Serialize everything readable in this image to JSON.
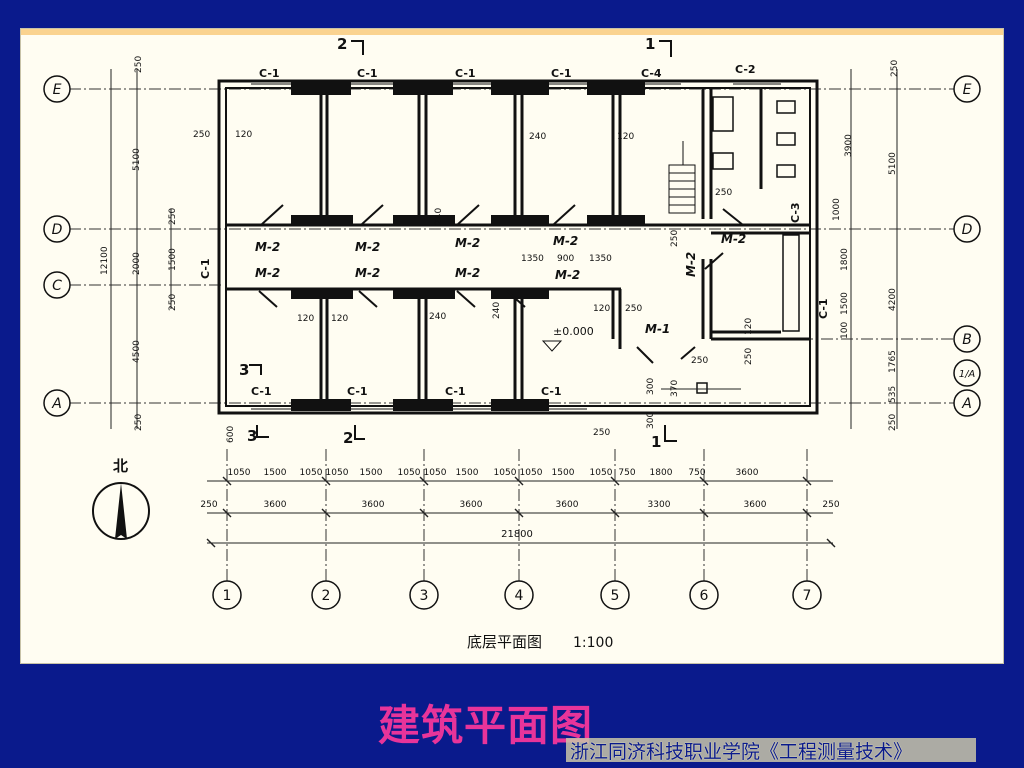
{
  "slide": {
    "title": "建筑平面图",
    "credit": "浙江同济科技职业学院《工程测量技术》"
  },
  "plan": {
    "caption": "底层平面图",
    "scale": "1:100",
    "north_label": "北",
    "grid_axes_horizontal": [
      "E",
      "D",
      "C",
      "B",
      "A",
      "A"
    ],
    "grid_axis_sub": "1/A",
    "grid_axes_vertical": [
      "1",
      "2",
      "3",
      "4",
      "5",
      "6",
      "7"
    ],
    "windows_top": [
      "C-1",
      "C-1",
      "C-1",
      "C-1",
      "C-4",
      "C-2"
    ],
    "windows_bottom": [
      "C-1",
      "C-1",
      "C-1",
      "C-1"
    ],
    "window_side_left": "C-1",
    "window_side_right_1": "C-3",
    "window_side_right_2": "C-1",
    "doors_upper": [
      "M-2",
      "M-2",
      "M-2",
      "M-2"
    ],
    "doors_lower": [
      "M-2",
      "M-2",
      "M-2",
      "M-2"
    ],
    "door_m2_stair": "M-2",
    "door_m2_right": "M-2",
    "door_m1": "M-1",
    "elevation": "±0.000",
    "section_marks": [
      "2",
      "1",
      "3",
      "3",
      "2",
      "1"
    ],
    "dims_left_outer": [
      "250",
      "5100",
      "12100",
      "2000",
      "4500",
      "250"
    ],
    "dims_left_inner": [
      "250",
      "1500",
      "250",
      "C-1"
    ],
    "dims_right_outer": [
      "250",
      "5100",
      "4200",
      "1765",
      "535",
      "250"
    ],
    "dims_right_inner": [
      "3900",
      "1000",
      "1800",
      "1500",
      "100"
    ],
    "dims_wall": [
      "250",
      "120",
      "240",
      "120",
      "240",
      "250",
      "240",
      "120",
      "120",
      "240",
      "120",
      "250",
      "250",
      "250",
      "120",
      "250",
      "300",
      "370",
      "300",
      "250",
      "600"
    ],
    "dims_door_opening": [
      "1350",
      "900",
      "1350"
    ],
    "dims_row1": [
      "1050",
      "1500",
      "1050",
      "1050",
      "1500",
      "1050",
      "1050",
      "1500",
      "1050",
      "1050",
      "1500",
      "1050",
      "750",
      "1800",
      "750",
      "3600"
    ],
    "dims_row2": [
      "250",
      "3600",
      "3600",
      "3600",
      "3600",
      "3300",
      "3600",
      "250"
    ],
    "dims_total": "21800"
  }
}
